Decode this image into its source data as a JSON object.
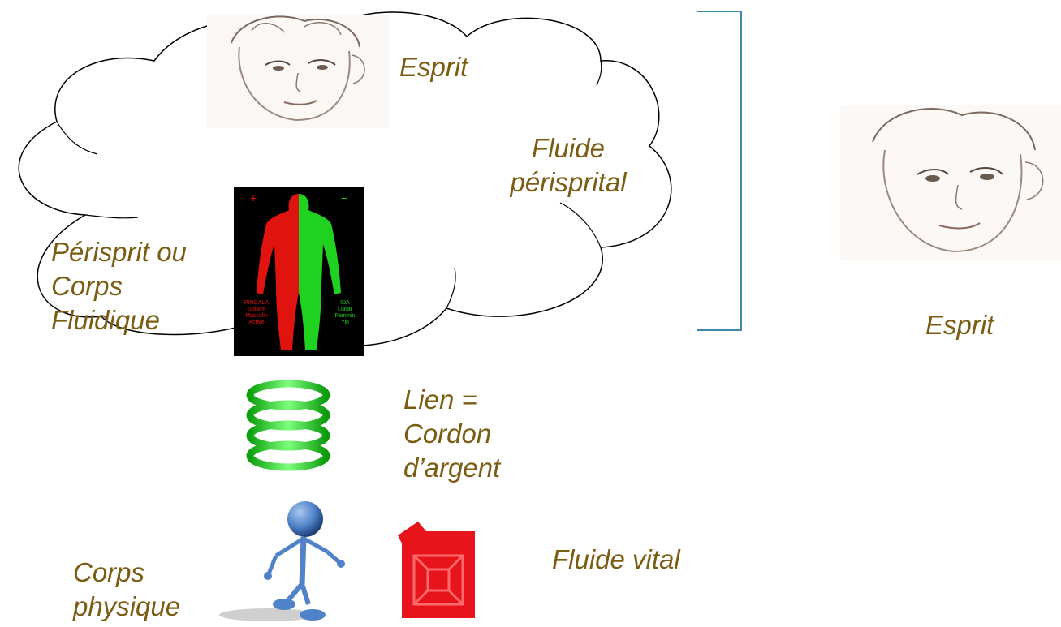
{
  "labels": {
    "esprit_cloud": "Esprit",
    "fluide_perisprital_1": "Fluide",
    "fluide_perisprital_2": "périsprital",
    "perisprit_1": "Périsprit ou",
    "perisprit_2": "Corps",
    "perisprit_3": "Fluidique",
    "lien_1": "Lien =",
    "lien_2": "Cordon",
    "lien_3": "d’argent",
    "fluide_vital": "Fluide vital",
    "corps_physique_1": "Corps",
    "corps_physique_2": "physique",
    "esprit_right": "Esprit"
  },
  "image_text": {
    "energy_left_1": "PINGALA",
    "energy_left_2": "Solaire",
    "energy_left_3": "Masculin",
    "energy_left_4": "Active",
    "energy_right_1": "IDA",
    "energy_right_2": "Lunar",
    "energy_right_3": "Feminin",
    "energy_right_4": "Yin"
  },
  "colors": {
    "label": "#7a5c12",
    "bracket": "#3d8aa8",
    "body_red": "#e0130f",
    "body_green": "#1fd21f",
    "spring": "#2ee82e",
    "canister": "#e8141c",
    "figure_blue": "#4f82c8"
  }
}
